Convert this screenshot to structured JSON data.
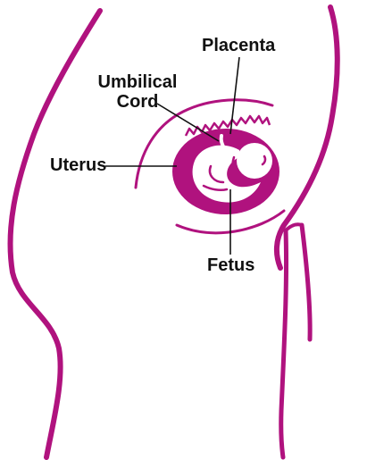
{
  "labels": {
    "placenta": "Placenta",
    "umbilical_cord_line1": "Umbilical",
    "umbilical_cord_line2": "Cord",
    "uterus": "Uterus",
    "fetus": "Fetus"
  },
  "colors": {
    "body_outline": "#b0127e",
    "uterus_fill": "#b0127e",
    "text": "#111111",
    "leader_line": "#111111",
    "background": "#ffffff"
  }
}
